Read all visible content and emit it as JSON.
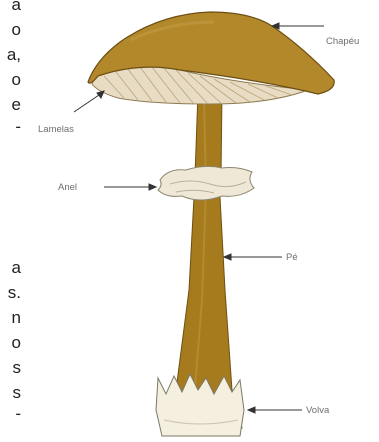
{
  "labels": {
    "chapeu": "Chapéu",
    "lamelas": "Lamelas",
    "anel": "Anel",
    "pe": "Pé",
    "volva": "Volva"
  },
  "left_text_fragments": [
    "a",
    "o",
    "a,",
    "o",
    "e",
    "-",
    "a",
    "s.",
    "n",
    "o",
    "s",
    "s",
    "-"
  ],
  "colors": {
    "cap": "#b2882b",
    "stem": "#a67b1e",
    "gills": "#e8dcc4",
    "ring": "#efe8d6",
    "volva": "#f4efdf"
  }
}
